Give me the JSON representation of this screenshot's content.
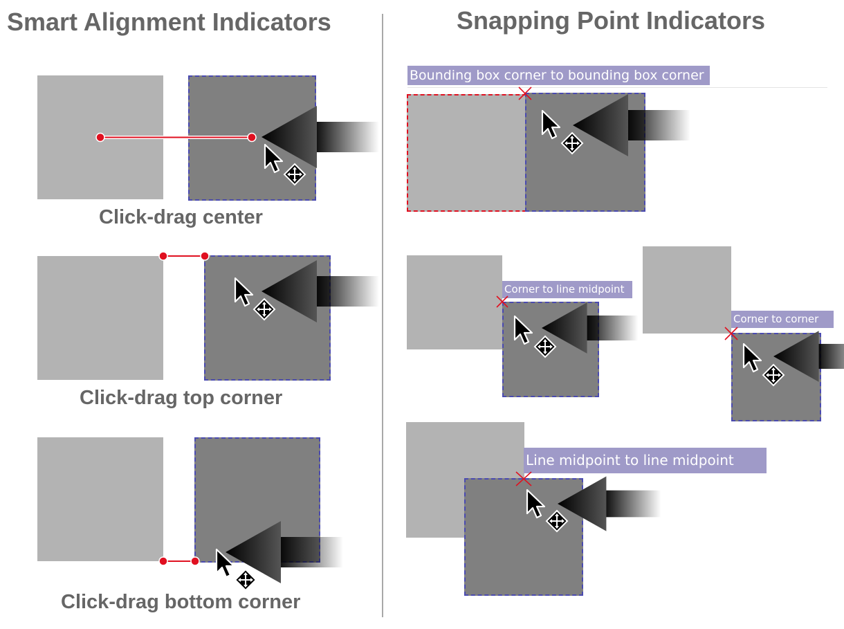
{
  "left_section": {
    "title": "Smart Alignment Indicators",
    "captions": [
      "Click-drag center",
      "Click-drag top corner",
      "Click-drag bottom corner"
    ]
  },
  "right_section": {
    "title": "Snapping Point Indicators",
    "labels": [
      "Bounding box corner to bounding box corner",
      "Corner to line midpoint",
      "Corner to corner",
      "Line midpoint to line midpoint"
    ]
  },
  "colors": {
    "heading_text": "#666666",
    "static_square": "#b3b3b3",
    "dragged_square": "#808080",
    "selection_dash": "#4a4ab0",
    "indicator_red": "#e01020",
    "label_background": "#9f9ac8"
  }
}
